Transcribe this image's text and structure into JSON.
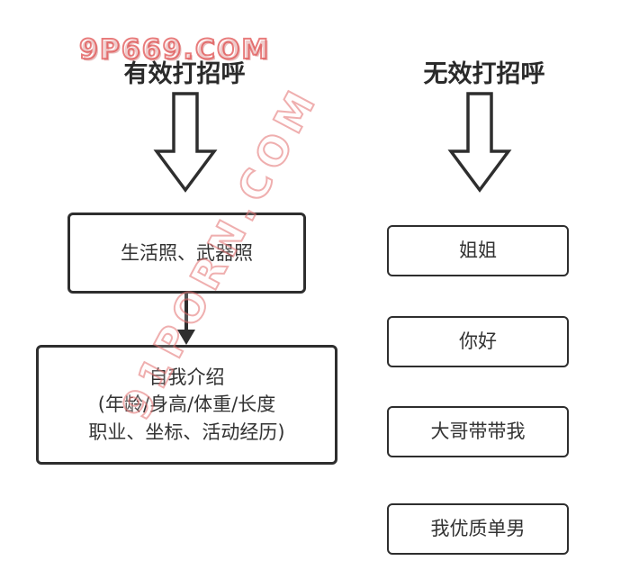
{
  "watermarks": {
    "top": "9P669.COM",
    "diagonal": "91PORN.COM"
  },
  "left": {
    "title": "有效打招呼",
    "box1": "生活照、武器照",
    "box2_line1": "自我介绍",
    "box2_line2": "(年龄/身高/体重/长度",
    "box2_line3": "职业、坐标、活动经历)"
  },
  "right": {
    "title": "无效打招呼",
    "boxes": [
      "姐姐",
      "你好",
      "大哥带带我",
      "我优质单男"
    ]
  },
  "colors": {
    "box_border": "#2e2e2e",
    "text": "#333333",
    "watermark_red": "#e05a5a",
    "background": "#ffffff"
  }
}
